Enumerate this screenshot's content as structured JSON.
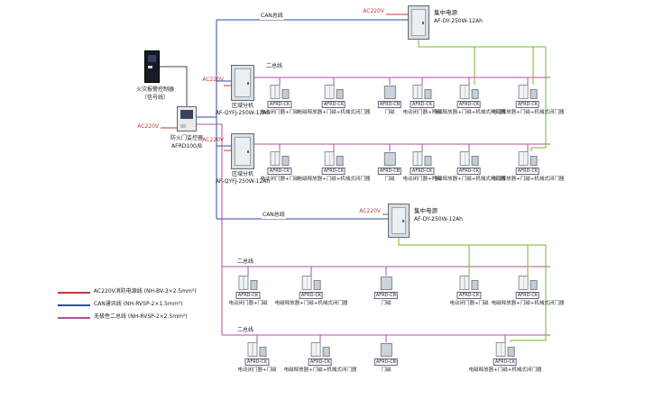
{
  "legend": {
    "items": [
      {
        "color": "#c03a3a",
        "label": "AC220V消防电源线 (NH-BV-3×2.5mm²)"
      },
      {
        "color": "#2b4ea0",
        "label": "CAN通讯线 (NH-RVSP-2×1.5mm²)"
      },
      {
        "color": "#b0529c",
        "label": "无极性二总线 (NH-RVSP-2×2.5mm²)"
      }
    ]
  },
  "nodes": {
    "fire_controller": {
      "line1": "火灾报警控制器",
      "line2": "（信号线）"
    },
    "monitor": {
      "power": "AC220V",
      "line1": "防火门监控器",
      "line2": "AFRD100/B"
    },
    "ext1": {
      "power": "AC220V",
      "line1": "区域分机",
      "line2": "AF-QYFJ-250W-12Ah"
    },
    "ext2": {
      "power": "AC220V",
      "line1": "区域分机",
      "line2": "AF-QYFJ-250W-12Ah"
    },
    "ps1": {
      "power": "AC220V",
      "line1": "集中电源",
      "line2": "AF-DY-250W-12Ah"
    },
    "ps2": {
      "power": "AC220V",
      "line1": "集中电源",
      "line2": "AF-DY-250W-12Ah"
    }
  },
  "bus_labels": {
    "can_top": "CAN总线",
    "can_mid": "CAN总线"
  },
  "rows": [
    {
      "bus_label": "二总线",
      "devices": [
        {
          "type": "AFRD-CK",
          "label": "电动闭门器+门磁"
        },
        {
          "type": "AFRD-CK",
          "label": "电磁释放器+门磁+机械式闭门器"
        },
        {
          "type": "AFRD-CB",
          "label": "门磁"
        },
        {
          "type": "AFRD-CK",
          "label": "电动闭门器+门磁"
        },
        {
          "type": "AFRD-CK",
          "label": "电磁释放器+门磁+机械式闭门器"
        },
        {
          "type": "AFRD-CK",
          "label": "电磁释放器+门磁+机械式闭门器"
        }
      ]
    },
    {
      "bus_label": "",
      "devices": [
        {
          "type": "AFRD-CK",
          "label": "电动闭门器+门磁"
        },
        {
          "type": "AFRD-CK",
          "label": "电磁释放器+门磁+机械式闭门器"
        },
        {
          "type": "AFRD-CB",
          "label": "门磁"
        },
        {
          "type": "AFRD-CK",
          "label": "电动闭门器+门磁"
        },
        {
          "type": "AFRD-CK",
          "label": "电磁释放器+门磁+机械式闭门器"
        },
        {
          "type": "AFRD-CK",
          "label": "电磁释放器+门磁+机械式闭门器"
        }
      ]
    },
    {
      "bus_label": "二总线",
      "devices": [
        {
          "type": "AFRD-CK",
          "label": "电动闭门器+门磁"
        },
        {
          "type": "AFRD-CK",
          "label": "电磁释放器+门磁+机械式闭门器"
        },
        {
          "type": "AFRD-CB",
          "label": "门磁"
        },
        {
          "type": "AFRD-CK",
          "label": "电动闭门器+门磁"
        },
        {
          "type": "AFRD-CK",
          "label": "电磁释放器+门磁+机械式闭门器"
        }
      ]
    },
    {
      "bus_label": "二总线",
      "devices": [
        {
          "type": "AFRD-CK",
          "label": "电动闭门器+门磁"
        },
        {
          "type": "AFRD-CK",
          "label": "电磁释放器+门磁+机械式闭门器"
        },
        {
          "type": "AFRD-CB",
          "label": "门磁"
        },
        {
          "type": "AFRD-CK",
          "label": "电磁释放器+门磁+机械式闭门器"
        }
      ]
    }
  ]
}
